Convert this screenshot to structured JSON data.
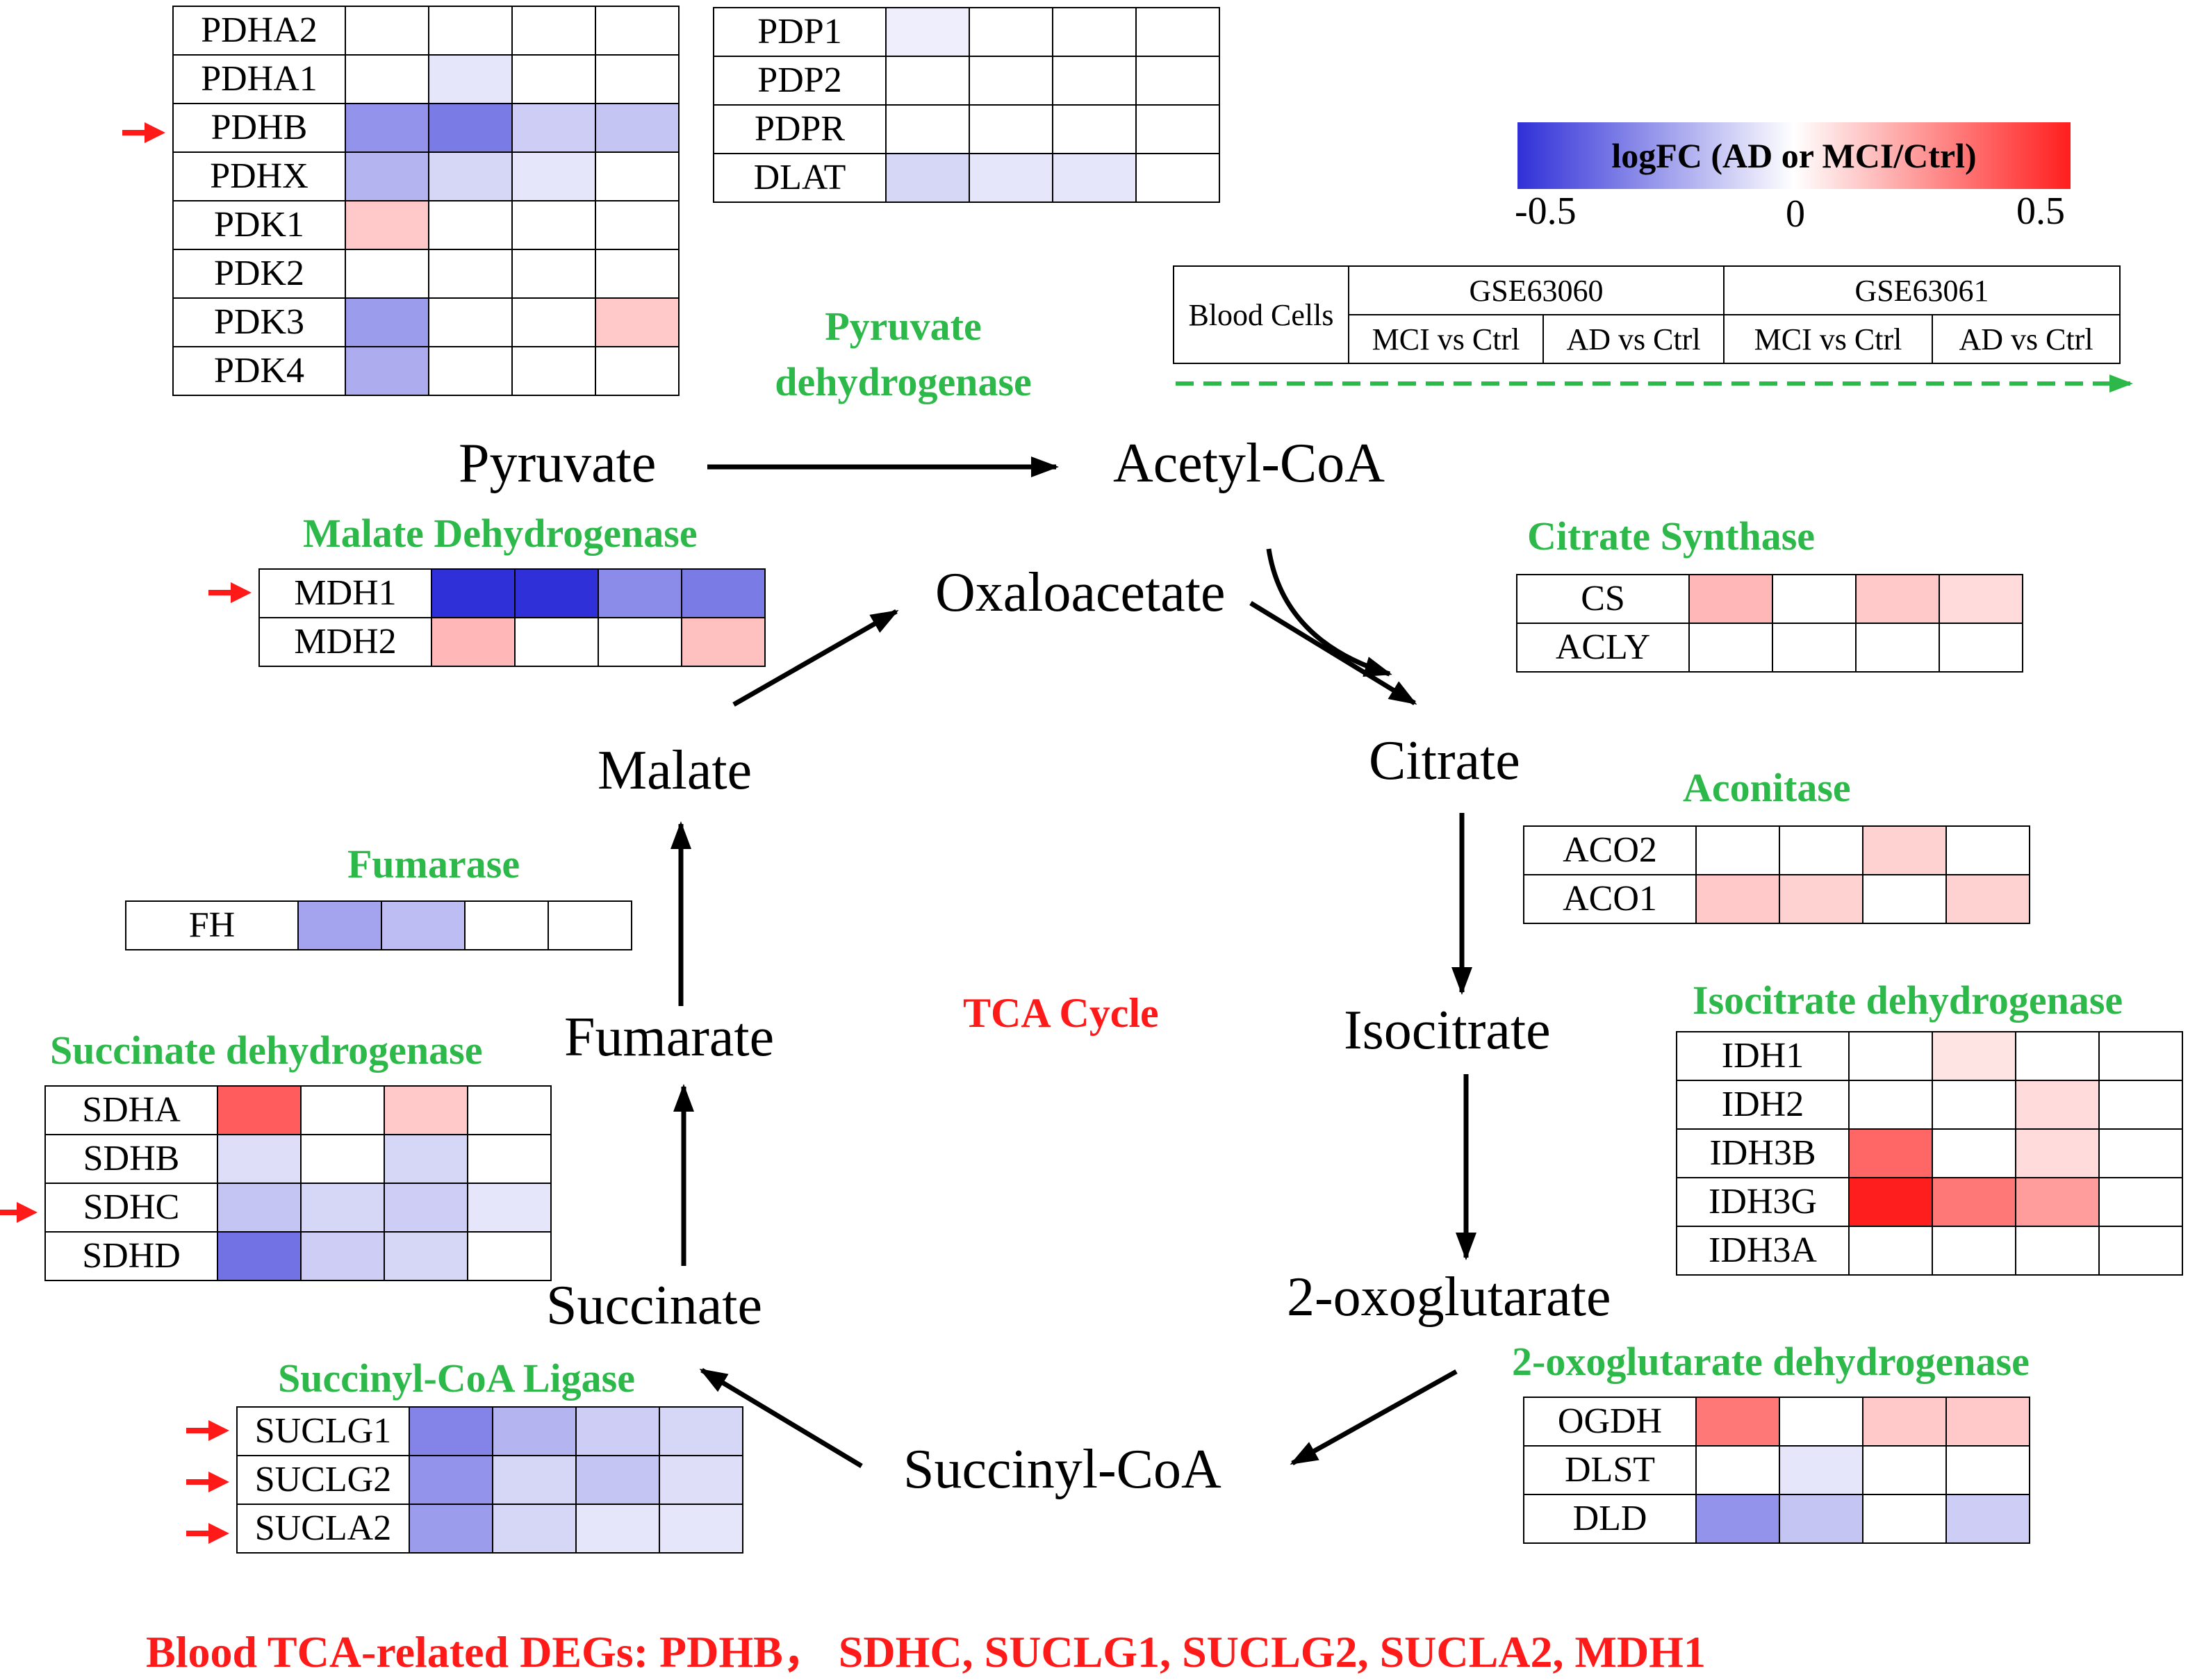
{
  "colors": {
    "enzyme_label": "#2db84a",
    "highlight": "#ff1a1a",
    "scale_low": "#3030d8",
    "scale_mid": "#ffffff",
    "scale_high": "#ff1e1e",
    "dashed_arrow": "#2db84a"
  },
  "legend": {
    "title": "logFC (AD or MCI/Ctrl)",
    "min_label": "-0.5",
    "mid_label": "0",
    "max_label": "0.5",
    "range": [
      -0.5,
      0.5
    ]
  },
  "column_header": {
    "row_label": "Blood Cells",
    "datasets": [
      "GSE63060",
      "GSE63061"
    ],
    "comparisons": [
      "MCI vs Ctrl",
      "AD vs Ctrl",
      "MCI vs Ctrl",
      "AD vs Ctrl"
    ]
  },
  "metabolites": {
    "pyruvate": "Pyruvate",
    "acetyl_coa": "Acetyl-CoA",
    "oxaloacetate": "Oxaloacetate",
    "citrate": "Citrate",
    "isocitrate": "Isocitrate",
    "oxoglutarate": "2-oxoglutarate",
    "succinyl_coa": "Succinyl-CoA",
    "succinate": "Succinate",
    "fumarate": "Fumarate",
    "malate": "Malate"
  },
  "enzymes": {
    "pyruvate_dh_1": "Pyruvate",
    "pyruvate_dh_2": "dehydrogenase",
    "malate_dh": "Malate Dehydrogenase",
    "citrate_synthase": "Citrate Synthase",
    "aconitase": "Aconitase",
    "isocitrate_dh": "Isocitrate dehydrogenase",
    "oxoglutarate_dh": "2-oxoglutarate dehydrogenase",
    "succinyl_coa_ligase": "Succinyl-CoA Ligase",
    "succinate_dh": "Succinate dehydrogenase",
    "fumarase": "Fumarase"
  },
  "cycle_label": "TCA Cycle",
  "footer": "Blood TCA-related DEGs: PDHB，  SDHC, SUCLG1, SUCLG2, SUCLA2, MDH1",
  "heatmaps": {
    "pdh": [
      {
        "gene": "PDHA2",
        "values": [
          0,
          0,
          0,
          0
        ],
        "deg": false
      },
      {
        "gene": "PDHA1",
        "values": [
          0,
          -0.06,
          0,
          0
        ],
        "deg": false
      },
      {
        "gene": "PDHB",
        "values": [
          -0.26,
          -0.32,
          -0.12,
          -0.14
        ],
        "deg": true
      },
      {
        "gene": "PDHX",
        "values": [
          -0.18,
          -0.1,
          -0.06,
          0
        ],
        "deg": false
      },
      {
        "gene": "PDK1",
        "values": [
          0.12,
          0,
          0,
          0
        ],
        "deg": false
      },
      {
        "gene": "PDK2",
        "values": [
          0,
          0,
          0,
          0
        ],
        "deg": false
      },
      {
        "gene": "PDK3",
        "values": [
          -0.24,
          0,
          0,
          0.12
        ],
        "deg": false
      },
      {
        "gene": "PDK4",
        "values": [
          -0.2,
          0,
          0,
          0
        ],
        "deg": false
      }
    ],
    "pdp": [
      {
        "gene": "PDP1",
        "values": [
          -0.04,
          0,
          0,
          0
        ],
        "deg": false
      },
      {
        "gene": "PDP2",
        "values": [
          0,
          0,
          0,
          0
        ],
        "deg": false
      },
      {
        "gene": "PDPR",
        "values": [
          0,
          0,
          0,
          0
        ],
        "deg": false
      },
      {
        "gene": "DLAT",
        "values": [
          -0.1,
          -0.06,
          -0.06,
          0
        ],
        "deg": false
      }
    ],
    "mdh": [
      {
        "gene": "MDH1",
        "values": [
          -0.82,
          -0.6,
          -0.28,
          -0.32
        ],
        "deg": true
      },
      {
        "gene": "MDH2",
        "values": [
          0.16,
          0,
          0,
          0.14
        ],
        "deg": false
      }
    ],
    "cs": [
      {
        "gene": "CS",
        "values": [
          0.16,
          0,
          0.12,
          0.08
        ],
        "deg": false
      },
      {
        "gene": "ACLY",
        "values": [
          0,
          0,
          0,
          0
        ],
        "deg": false
      }
    ],
    "aconitase": [
      {
        "gene": "ACO2",
        "values": [
          0,
          0,
          0.1,
          0
        ],
        "deg": false
      },
      {
        "gene": "ACO1",
        "values": [
          0.12,
          0.1,
          0,
          0.1
        ],
        "deg": false
      }
    ],
    "idh": [
      {
        "gene": "IDH1",
        "values": [
          0,
          0.06,
          0,
          0
        ],
        "deg": false
      },
      {
        "gene": "IDH2",
        "values": [
          0,
          0,
          0.08,
          0
        ],
        "deg": false
      },
      {
        "gene": "IDH3B",
        "values": [
          0.34,
          0,
          0.08,
          0
        ],
        "deg": false
      },
      {
        "gene": "IDH3G",
        "values": [
          0.56,
          0.3,
          0.22,
          0
        ],
        "deg": false
      },
      {
        "gene": "IDH3A",
        "values": [
          0,
          0,
          0,
          0
        ],
        "deg": false
      }
    ],
    "ogdh": [
      {
        "gene": "OGDH",
        "values": [
          0.3,
          0,
          0.12,
          0.12
        ],
        "deg": false
      },
      {
        "gene": "DLST",
        "values": [
          0,
          -0.06,
          0,
          0
        ],
        "deg": false
      },
      {
        "gene": "DLD",
        "values": [
          -0.26,
          -0.14,
          0,
          -0.12
        ],
        "deg": false
      }
    ],
    "succinyl": [
      {
        "gene": "SUCLG1",
        "values": [
          -0.3,
          -0.18,
          -0.12,
          -0.1
        ],
        "deg": true
      },
      {
        "gene": "SUCLG2",
        "values": [
          -0.26,
          -0.1,
          -0.14,
          -0.08
        ],
        "deg": true
      },
      {
        "gene": "SUCLA2",
        "values": [
          -0.24,
          -0.1,
          -0.06,
          -0.06
        ],
        "deg": true
      }
    ],
    "sdh": [
      {
        "gene": "SDHA",
        "values": [
          0.36,
          0,
          0.12,
          0
        ],
        "deg": false
      },
      {
        "gene": "SDHB",
        "values": [
          -0.08,
          0,
          -0.1,
          0
        ],
        "deg": false
      },
      {
        "gene": "SDHC",
        "values": [
          -0.14,
          -0.1,
          -0.12,
          -0.06
        ],
        "deg": true
      },
      {
        "gene": "SDHD",
        "values": [
          -0.34,
          -0.12,
          -0.1,
          0
        ],
        "deg": false
      }
    ],
    "fumarase": [
      {
        "gene": "FH",
        "values": [
          -0.22,
          -0.16,
          0,
          0
        ],
        "deg": false
      }
    ]
  }
}
